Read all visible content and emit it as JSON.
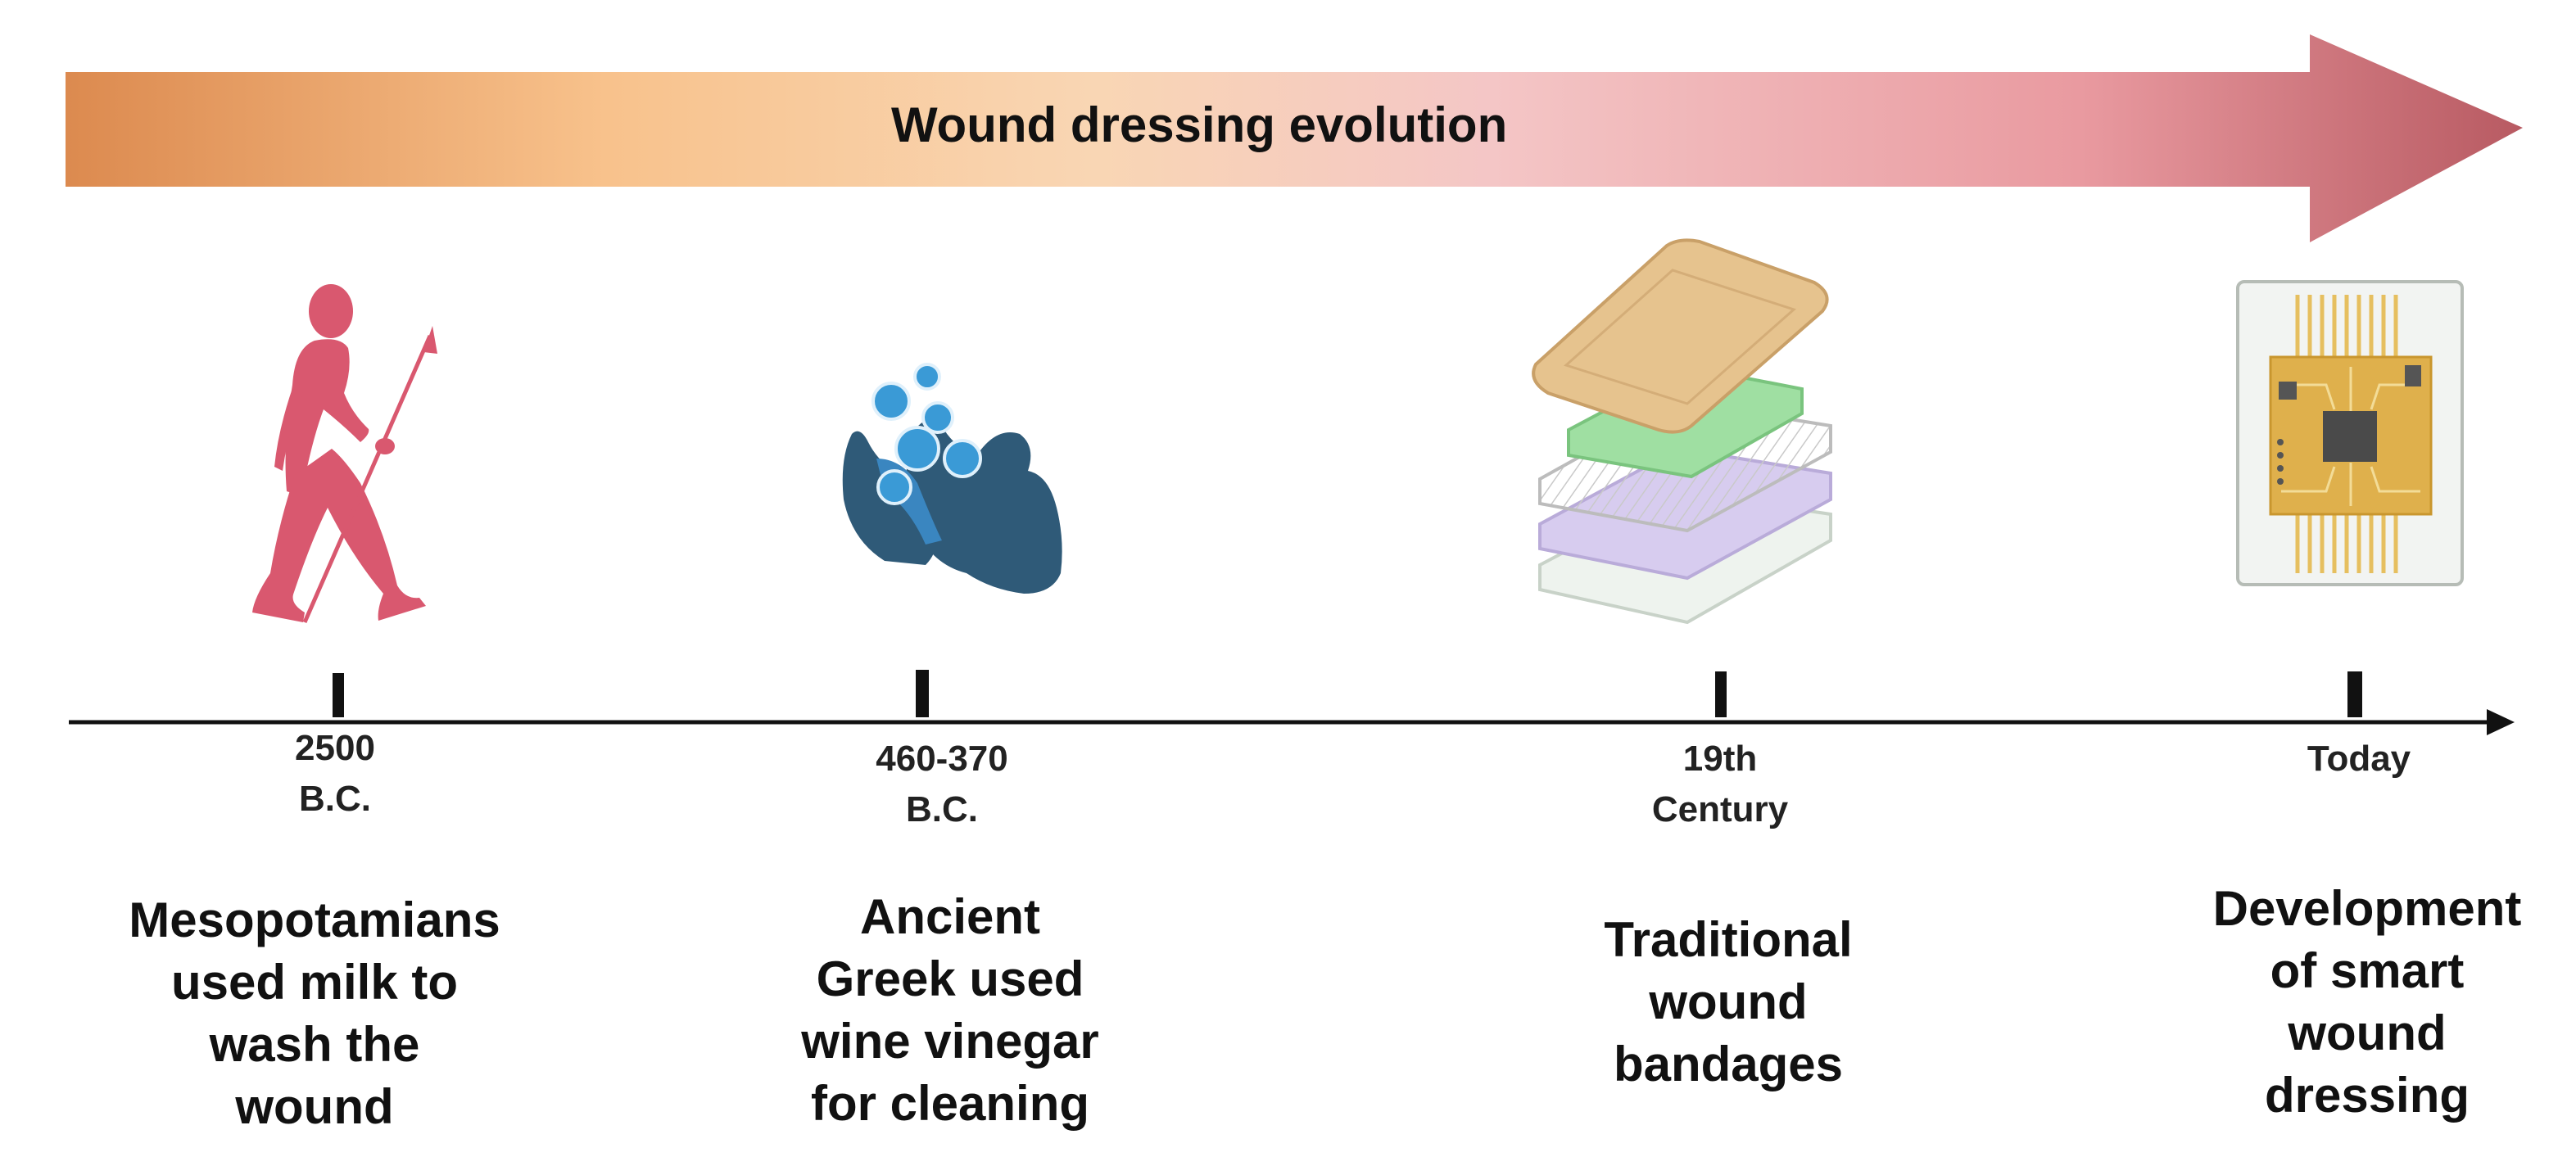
{
  "title": "Wound dressing evolution",
  "colors": {
    "arrow_gradient": [
      "#dc8a4f",
      "#f8c28c",
      "#f3bfbf",
      "#e99aa0",
      "#b85a62"
    ],
    "timeline": "#111111",
    "figure": "#d9586f",
    "hands": "#2f5a78",
    "bubbles": "#3a9ad6"
  },
  "events": [
    {
      "date_lines": [
        "2500",
        "B.C."
      ],
      "desc_lines": [
        "Mesopotamians",
        "used milk to",
        "wash the",
        "wound"
      ],
      "icon": "walking-man-with-spear-icon"
    },
    {
      "date_lines": [
        "460-370",
        "B.C."
      ],
      "desc_lines": [
        "Ancient",
        "Greek used",
        "wine vinegar",
        "for cleaning"
      ],
      "icon": "hand-washing-icon"
    },
    {
      "date_lines": [
        "19th",
        "Century"
      ],
      "desc_lines": [
        "Traditional",
        "wound",
        "bandages"
      ],
      "icon": "layered-bandage-icon"
    },
    {
      "date_lines": [
        "Today"
      ],
      "desc_lines": [
        "Development",
        "of smart",
        "wound",
        "dressing"
      ],
      "icon": "smart-chip-patch-icon"
    }
  ]
}
